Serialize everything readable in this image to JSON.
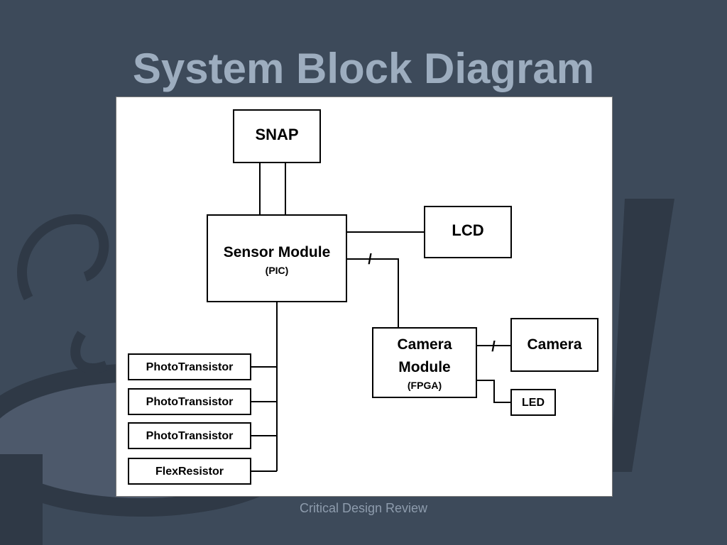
{
  "slide": {
    "title": "System Block Diagram",
    "footer": "Critical Design Review"
  },
  "diagram": {
    "nodes": {
      "snap": {
        "label": "SNAP"
      },
      "sensor": {
        "label": "Sensor Module",
        "sublabel": "(PIC)"
      },
      "lcd": {
        "label": "LCD"
      },
      "camera_module": {
        "label_line1": "Camera",
        "label_line2": "Module",
        "sublabel": "(FPGA)"
      },
      "camera": {
        "label": "Camera"
      },
      "led": {
        "label": "LED"
      },
      "photo1": {
        "label": "PhotoTransistor"
      },
      "photo2": {
        "label": "PhotoTransistor"
      },
      "photo3": {
        "label": "PhotoTransistor"
      },
      "flex": {
        "label": "FlexResistor"
      }
    },
    "bus_marker": "/"
  },
  "colors": {
    "background": "#3d4a5a",
    "title": "#9dadbf",
    "panel": "#ffffff",
    "stroke": "#000000"
  }
}
